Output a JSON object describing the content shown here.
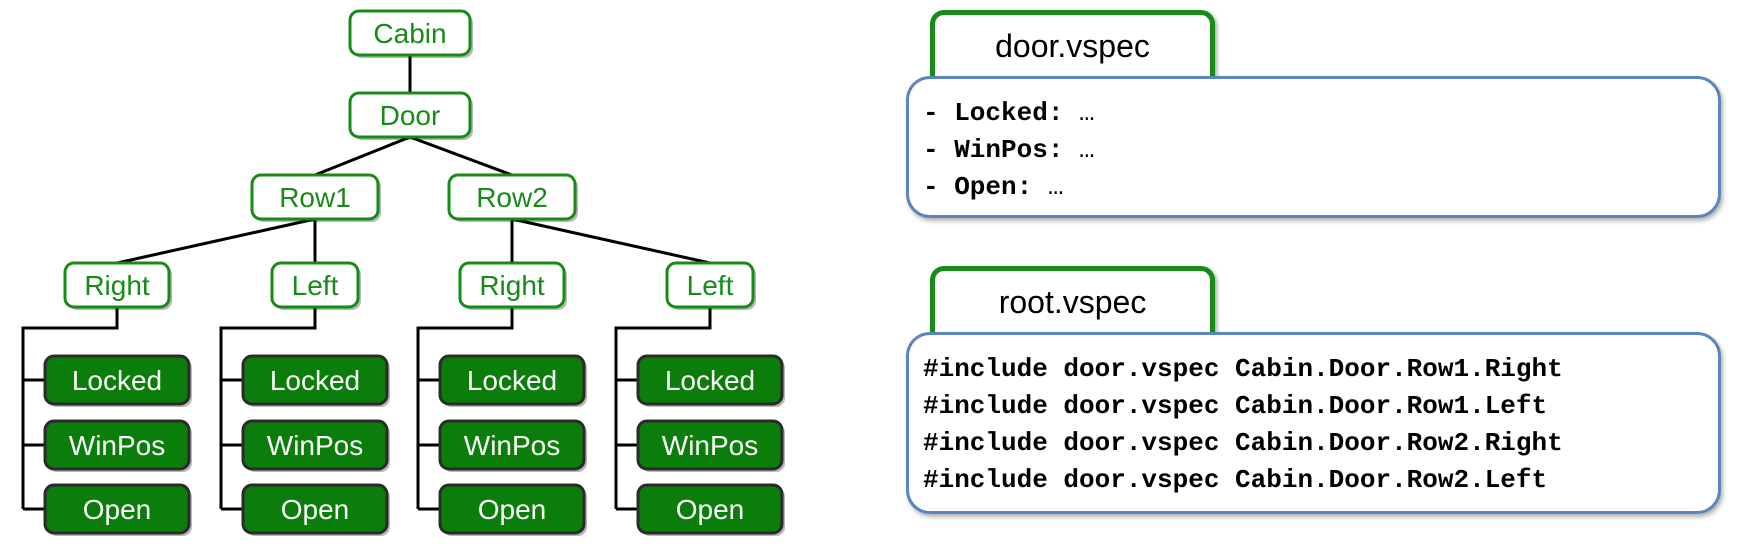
{
  "tree": {
    "root": "Cabin",
    "level1": "Door",
    "rows": [
      {
        "label": "Row1",
        "sides": [
          {
            "label": "Right",
            "leaves": [
              "Locked",
              "WinPos",
              "Open"
            ]
          },
          {
            "label": "Left",
            "leaves": [
              "Locked",
              "WinPos",
              "Open"
            ]
          }
        ]
      },
      {
        "label": "Row2",
        "sides": [
          {
            "label": "Right",
            "leaves": [
              "Locked",
              "WinPos",
              "Open"
            ]
          },
          {
            "label": "Left",
            "leaves": [
              "Locked",
              "WinPos",
              "Open"
            ]
          }
        ]
      }
    ],
    "colors": {
      "outline_green": "#178a17",
      "leaf_fill": "#0a7d0a",
      "leaf_text": "#ffffff",
      "connector": "#000000"
    }
  },
  "door_vspec": {
    "title": "door.vspec",
    "lines": [
      {
        "key": "- Locked:",
        "rest": " …"
      },
      {
        "key": "- WinPos:",
        "rest": " …"
      },
      {
        "key": "- Open:",
        "rest": " …"
      }
    ]
  },
  "root_vspec": {
    "title": "root.vspec",
    "lines": [
      "#include door.vspec Cabin.Door.Row1.Right",
      "#include door.vspec Cabin.Door.Row1.Left",
      "#include door.vspec Cabin.Door.Row2.Right",
      "#include door.vspec Cabin.Door.Row2.Left"
    ]
  },
  "panel_colors": {
    "tab_border": "#178a17",
    "panel_border": "#5b86bd"
  }
}
